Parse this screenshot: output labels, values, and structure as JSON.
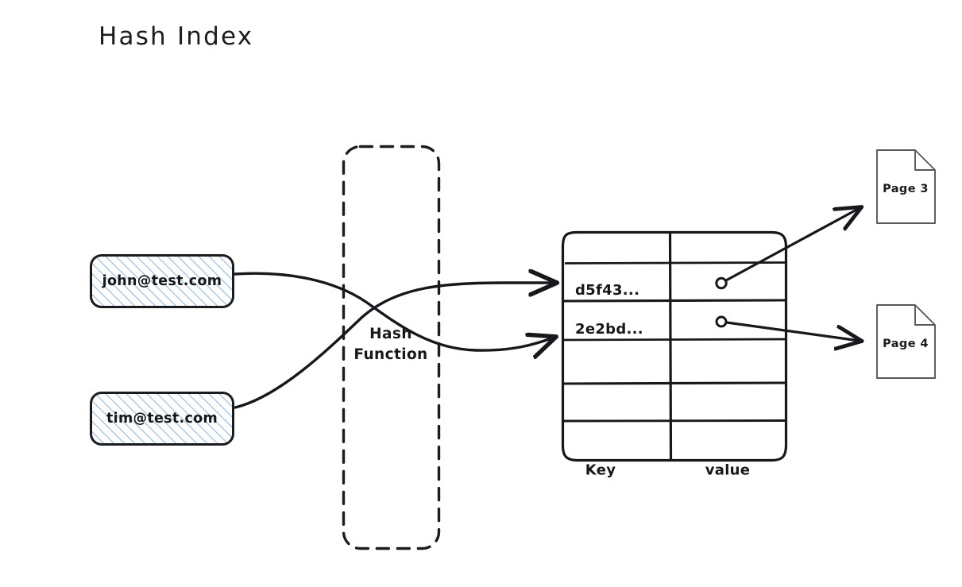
{
  "diagram": {
    "title": "Hash Index",
    "background_color": "#ffffff",
    "ink_color": "#16181c",
    "hatch_color": "#a9c9e6"
  },
  "inputs": [
    {
      "id": "input-1",
      "label": "john@test.com"
    },
    {
      "id": "input-2",
      "label": "tim@test.com"
    }
  ],
  "hash_function": {
    "label_line_1": "Hash",
    "label_line_2": "Function",
    "border_style": "dashed"
  },
  "hash_table": {
    "headers": [
      "Key",
      "value"
    ],
    "rows": [
      {
        "key": "d5f43...",
        "value_marker": "pointer-circle",
        "target": "Page 3"
      },
      {
        "key": "2e2bd...",
        "value_marker": "pointer-circle",
        "target": "Page 4"
      },
      {
        "key": "",
        "value_marker": ""
      },
      {
        "key": "",
        "value_marker": ""
      },
      {
        "key": "",
        "value_marker": ""
      }
    ]
  },
  "pages": [
    {
      "id": "page-3",
      "label": "Page 3"
    },
    {
      "id": "page-4",
      "label": "Page 4"
    }
  ],
  "connectors": [
    {
      "from": "input-1",
      "to": "row-2",
      "style": "curved-arrow"
    },
    {
      "from": "input-2",
      "to": "row-1",
      "style": "curved-arrow"
    },
    {
      "from": "row-1-value",
      "to": "page-3",
      "style": "straight-arrow"
    },
    {
      "from": "row-2-value",
      "to": "page-4",
      "style": "straight-arrow"
    }
  ]
}
